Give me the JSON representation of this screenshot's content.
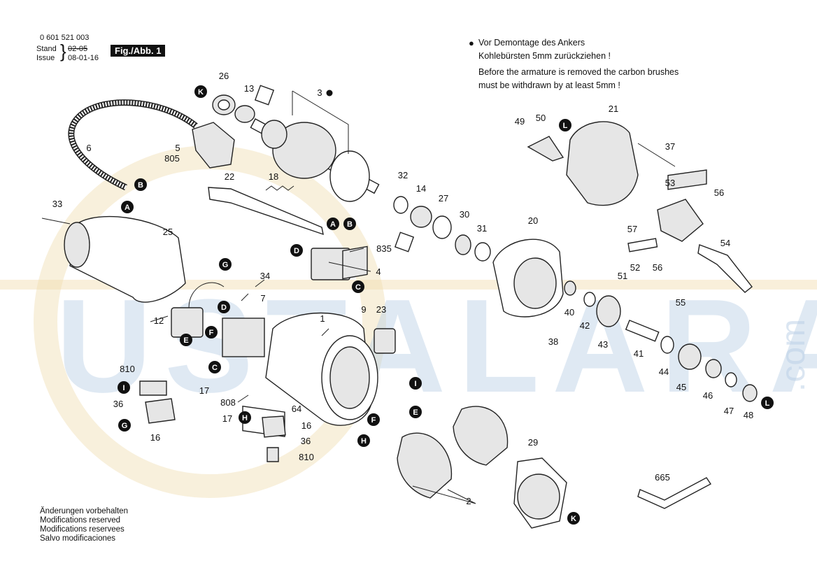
{
  "header": {
    "part_number": "0 601 521 003",
    "stand_label": "Stand",
    "issue_label": "Issue",
    "stand_value": "02-05",
    "issue_value": "08-01-16",
    "fig_label": "Fig./Abb. 1"
  },
  "note": {
    "de_line1": "Vor Demontage des Ankers",
    "de_line2": "Kohlebürsten 5mm zurückziehen !",
    "en_line1": "Before the armature is removed the carbon brushes",
    "en_line2": "must be withdrawn by at least 5mm !"
  },
  "footer": {
    "line1": "Änderungen vorbehalten",
    "line2": "Modifications reserved",
    "line3": "Modifications reservees",
    "line4": "Salvo modificaciones"
  },
  "watermark": {
    "text": "USTALARA",
    "suffix": ".com",
    "color": "#b9cfe6"
  },
  "callouts": [
    {
      "text": "26"
    },
    {
      "text": "13"
    },
    {
      "text": "3"
    },
    {
      "text": "6"
    },
    {
      "text": "5"
    },
    {
      "text": "805"
    },
    {
      "text": "22"
    },
    {
      "text": "18"
    },
    {
      "text": "32"
    },
    {
      "text": "14"
    },
    {
      "text": "27"
    },
    {
      "text": "30"
    },
    {
      "text": "31"
    },
    {
      "text": "20"
    },
    {
      "text": "21"
    },
    {
      "text": "49"
    },
    {
      "text": "50"
    },
    {
      "text": "37"
    },
    {
      "text": "53"
    },
    {
      "text": "56"
    },
    {
      "text": "57"
    },
    {
      "text": "54"
    },
    {
      "text": "51"
    },
    {
      "text": "52"
    },
    {
      "text": "56"
    },
    {
      "text": "55"
    },
    {
      "text": "33"
    },
    {
      "text": "25"
    },
    {
      "text": "835"
    },
    {
      "text": "4"
    },
    {
      "text": "34"
    },
    {
      "text": "7"
    },
    {
      "text": "12"
    },
    {
      "text": "1"
    },
    {
      "text": "9"
    },
    {
      "text": "23"
    },
    {
      "text": "40"
    },
    {
      "text": "42"
    },
    {
      "text": "43"
    },
    {
      "text": "41"
    },
    {
      "text": "38"
    },
    {
      "text": "44"
    },
    {
      "text": "45"
    },
    {
      "text": "46"
    },
    {
      "text": "47"
    },
    {
      "text": "48"
    },
    {
      "text": "810"
    },
    {
      "text": "17"
    },
    {
      "text": "36"
    },
    {
      "text": "16"
    },
    {
      "text": "808"
    },
    {
      "text": "64"
    },
    {
      "text": "17"
    },
    {
      "text": "16"
    },
    {
      "text": "36"
    },
    {
      "text": "810"
    },
    {
      "text": "29"
    },
    {
      "text": "2"
    },
    {
      "text": "665"
    }
  ],
  "markers": [
    {
      "letter": "K"
    },
    {
      "letter": "B"
    },
    {
      "letter": "A"
    },
    {
      "letter": "L"
    },
    {
      "letter": "A"
    },
    {
      "letter": "B"
    },
    {
      "letter": "D"
    },
    {
      "letter": "C"
    },
    {
      "letter": "G"
    },
    {
      "letter": "D"
    },
    {
      "letter": "F"
    },
    {
      "letter": "E"
    },
    {
      "letter": "C"
    },
    {
      "letter": "I"
    },
    {
      "letter": "G"
    },
    {
      "letter": "H"
    },
    {
      "letter": "I"
    },
    {
      "letter": "E"
    },
    {
      "letter": "F"
    },
    {
      "letter": "H"
    },
    {
      "letter": "L"
    },
    {
      "letter": "K"
    }
  ]
}
